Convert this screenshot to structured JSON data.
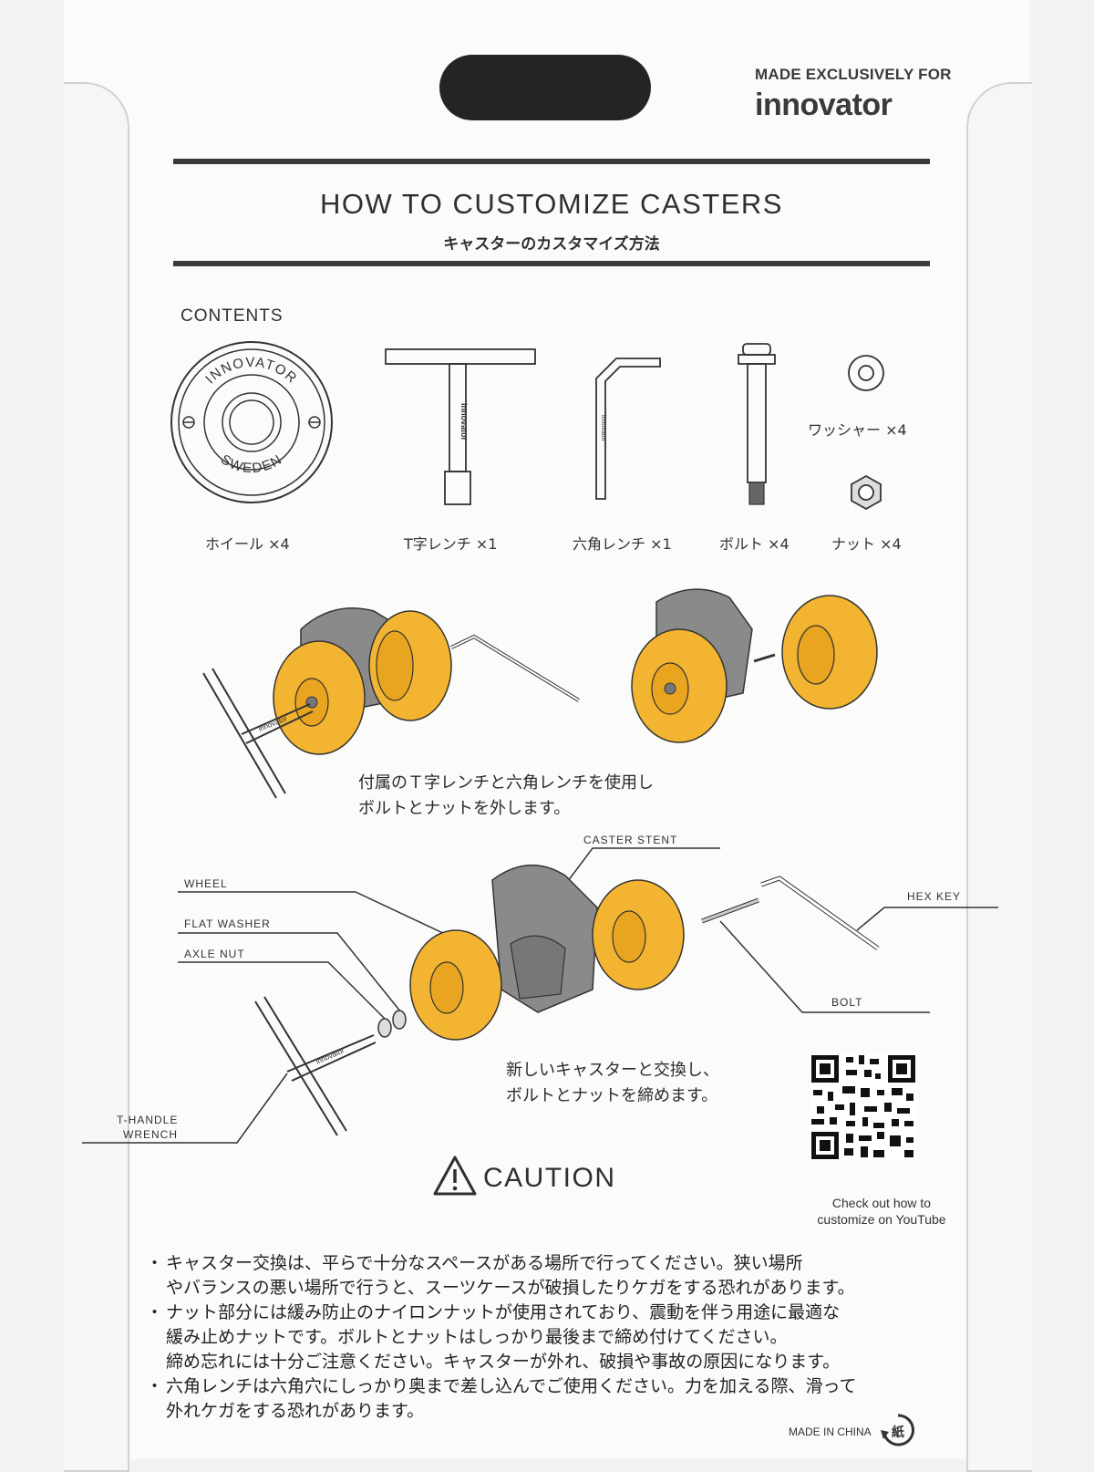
{
  "brand": {
    "made_for": "MADE EXCLUSIVELY FOR",
    "name": "innovator"
  },
  "title": {
    "en": "HOW TO CUSTOMIZE CASTERS",
    "jp": "キャスターのカスタマイズ方法"
  },
  "contents": {
    "heading": "CONTENTS",
    "wheel_text_top": "INNOVATOR",
    "wheel_text_bottom": "SWEDEN",
    "wrench_text": "innovator",
    "items": [
      {
        "label": "ホイール ×4"
      },
      {
        "label": "T字レンチ ×1"
      },
      {
        "label": "六角レンチ ×1"
      },
      {
        "label": "ボルト ×4"
      },
      {
        "label": "ナット ×4"
      },
      {
        "label": "ワッシャー ×4"
      }
    ]
  },
  "step1": {
    "line1": "付属のＴ字レンチと六角レンチを使用し",
    "line2": "ボルトとナットを外します。"
  },
  "step2": {
    "line1": "新しいキャスターと交換し、",
    "line2": "ボルトとナットを締めます。"
  },
  "parts": {
    "caster_stent": "CASTER STENT",
    "wheel": "WHEEL",
    "flat_washer": "FLAT WASHER",
    "axle_nut": "AXLE NUT",
    "hex_key": "HEX KEY",
    "bolt": "BOLT",
    "t_handle_1": "T-HANDLE",
    "t_handle_2": "WRENCH"
  },
  "caution": {
    "heading": "CAUTION",
    "bullet": "・",
    "notes": [
      "キャスター交換は、平らで十分なスペースがある場所で行ってください。狭い場所\nやバランスの悪い場所で行うと、スーツケースが破損したりケガをする恐れがあります。",
      "ナット部分には緩み防止のナイロンナットが使用されており、震動を伴う用途に最適な\n緩み止めナットです。ボルトとナットはしっかり最後まで締め付けてください。\n締め忘れには十分ご注意ください。キャスターが外れ、破損や事故の原因になります。",
      "六角レンチは六角穴にしっかり奥まで差し込んでご使用ください。力を加える際、滑って\n外れケガをする恐れがあります。"
    ]
  },
  "qr": {
    "caption_line1": "Check out how to",
    "caption_line2": "customize on YouTube"
  },
  "footer": {
    "made_in": "MADE IN CHINA",
    "recycle_mark": "紙"
  },
  "colors": {
    "wheel_yellow": "#f2b431",
    "caster_gray": "#8a8a8a",
    "ink": "#2f2f2f"
  }
}
